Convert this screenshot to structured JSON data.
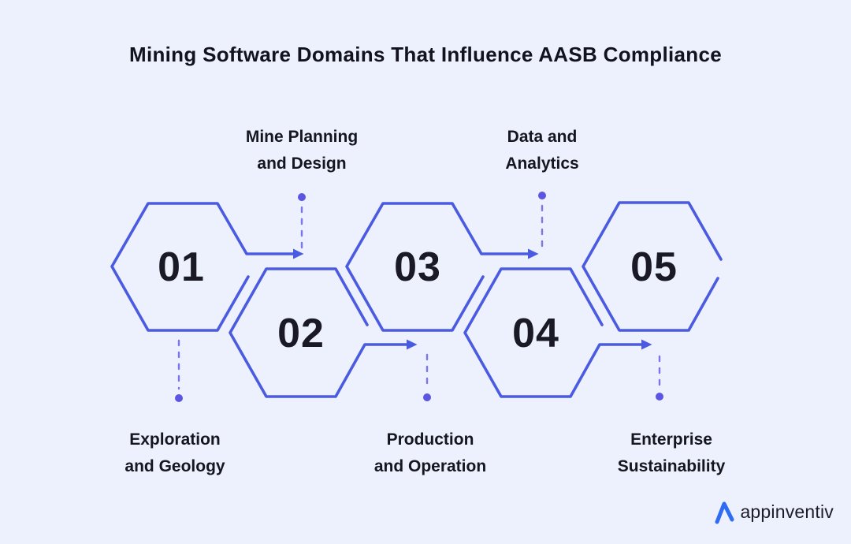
{
  "title": "Mining Software Domains That Influence AASB Compliance",
  "steps": [
    {
      "number": "01",
      "label_lines": [
        "Exploration",
        "and Geology"
      ],
      "label_position": "below"
    },
    {
      "number": "02",
      "label_lines": [
        "Mine Planning",
        "and Design"
      ],
      "label_position": "above"
    },
    {
      "number": "03",
      "label_lines": [
        "Production",
        "and Operation"
      ],
      "label_position": "below"
    },
    {
      "number": "04",
      "label_lines": [
        "Data and",
        "Analytics"
      ],
      "label_position": "above"
    },
    {
      "number": "05",
      "label_lines": [
        "Enterprise",
        "Sustainability"
      ],
      "label_position": "below"
    }
  ],
  "footer": {
    "brand": "appinventiv"
  },
  "colors": {
    "background": "#edf0fd",
    "title_ink": "#12131f",
    "text_ink": "#15161f",
    "number_ink": "#191a26",
    "hexagon_stroke": "#4a5be2",
    "connector_dash": "#7b76ea",
    "connector_dot": "#5c55e2",
    "logo_blue": "#2e6cf6",
    "logo_ink": "#1d1d29"
  }
}
